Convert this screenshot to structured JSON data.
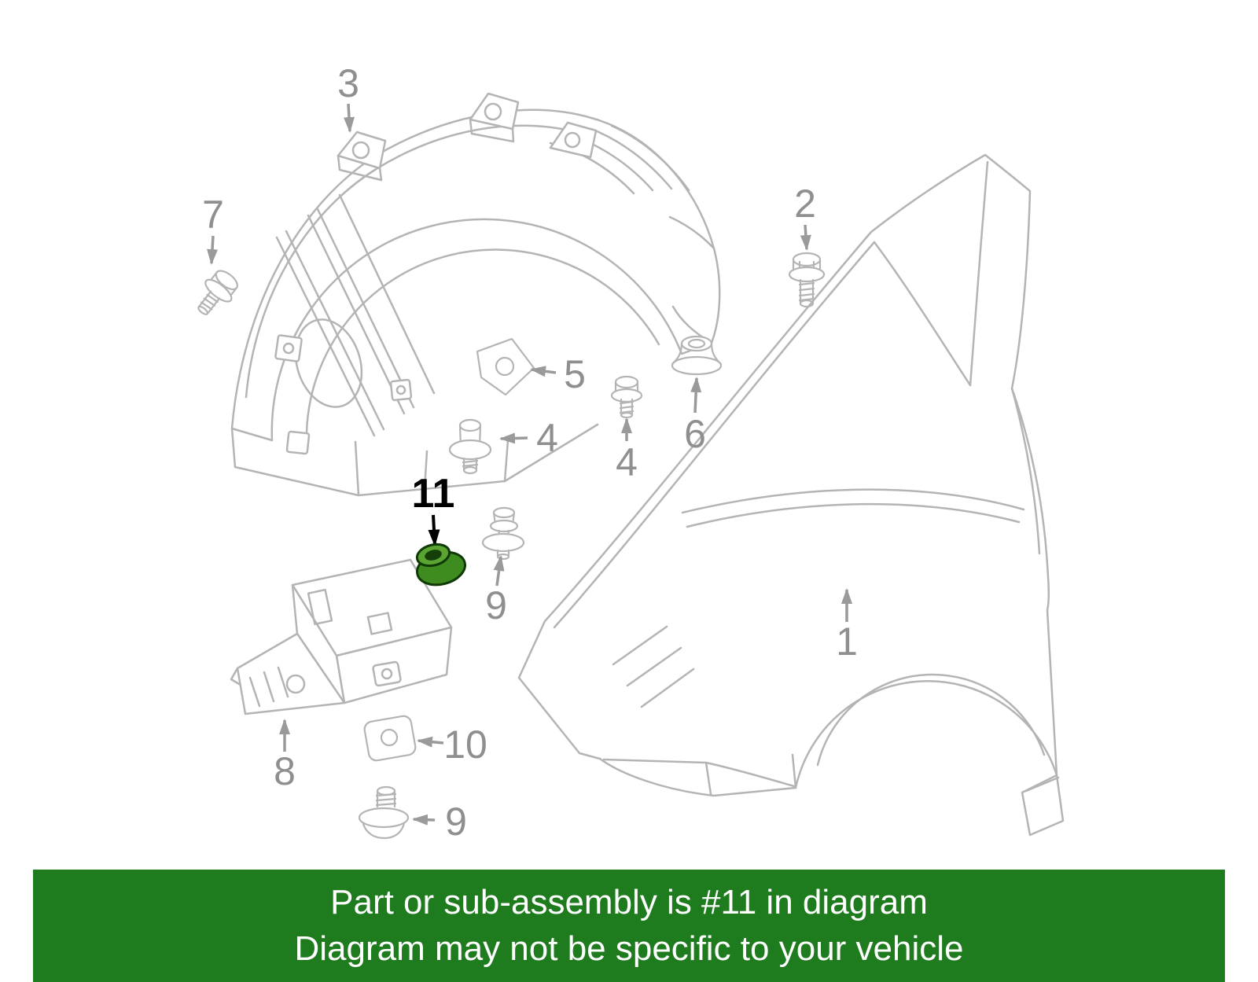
{
  "diagram": {
    "callouts": [
      {
        "label": "3"
      },
      {
        "label": "7"
      },
      {
        "label": "2"
      },
      {
        "label": "5"
      },
      {
        "label": "4"
      },
      {
        "label": "4"
      },
      {
        "label": "6"
      },
      {
        "label": "11",
        "highlighted": true
      },
      {
        "label": "9"
      },
      {
        "label": "1"
      },
      {
        "label": "8"
      },
      {
        "label": "10"
      },
      {
        "label": "9"
      }
    ],
    "highlighted_part": "11",
    "colors": {
      "artwork_line": "#b4b4b4",
      "arrow": "#9a9a9a",
      "callout_text": "#8f8f8f",
      "highlight_callout_text": "#000000",
      "highlighted_part_fill": "#3e8c1f"
    }
  },
  "banner": {
    "line1": "Part or sub-assembly is #11 in diagram",
    "line2": "Diagram may not be specific to your vehicle",
    "background_color": "#1e7b1e",
    "text_color": "#ffffff"
  }
}
